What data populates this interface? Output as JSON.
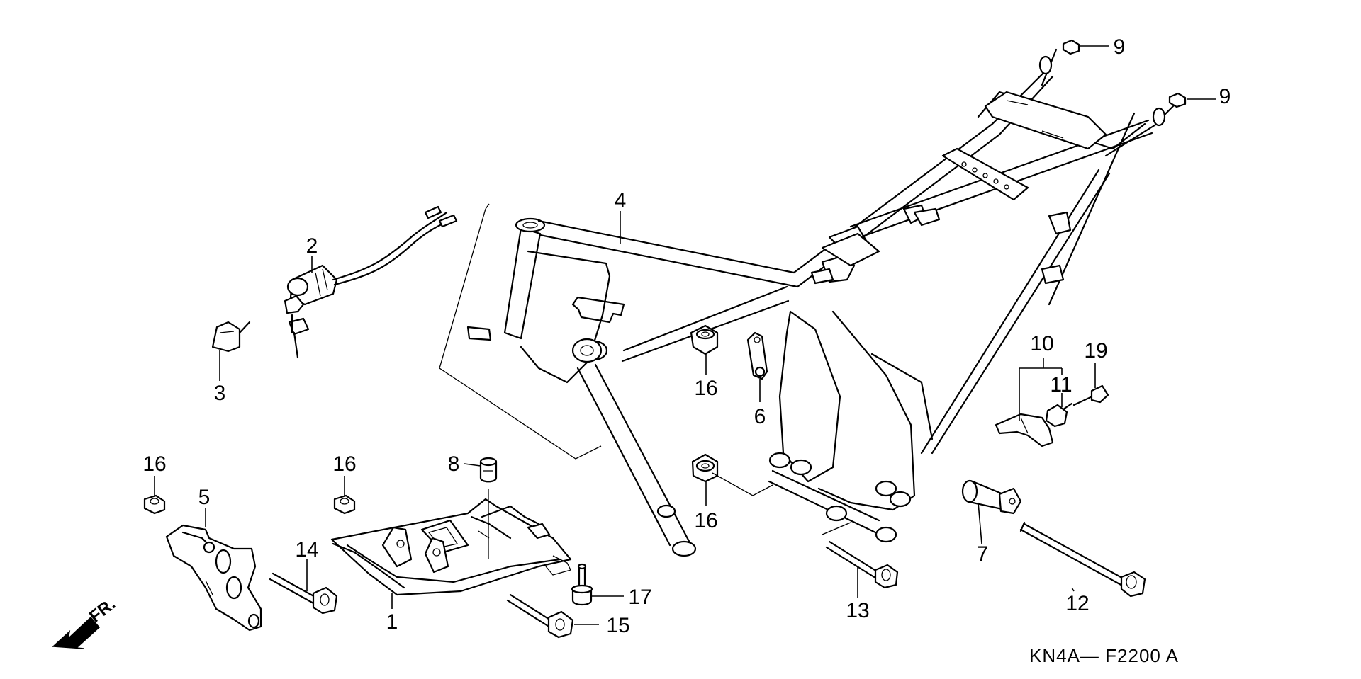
{
  "diagram_code": "KN4A— F2200 A",
  "direction_label": "FR.",
  "callouts": {
    "c1": "1",
    "c2": "2",
    "c3": "3",
    "c4": "4",
    "c5": "5",
    "c6": "6",
    "c7": "7",
    "c8": "8",
    "c9a": "9",
    "c9b": "9",
    "c10": "10",
    "c11": "11",
    "c12": "12",
    "c13": "13",
    "c14": "14",
    "c15": "15",
    "c16a": "16",
    "c16b": "16",
    "c16c": "16",
    "c16d": "16",
    "c17": "17",
    "c19": "19"
  }
}
